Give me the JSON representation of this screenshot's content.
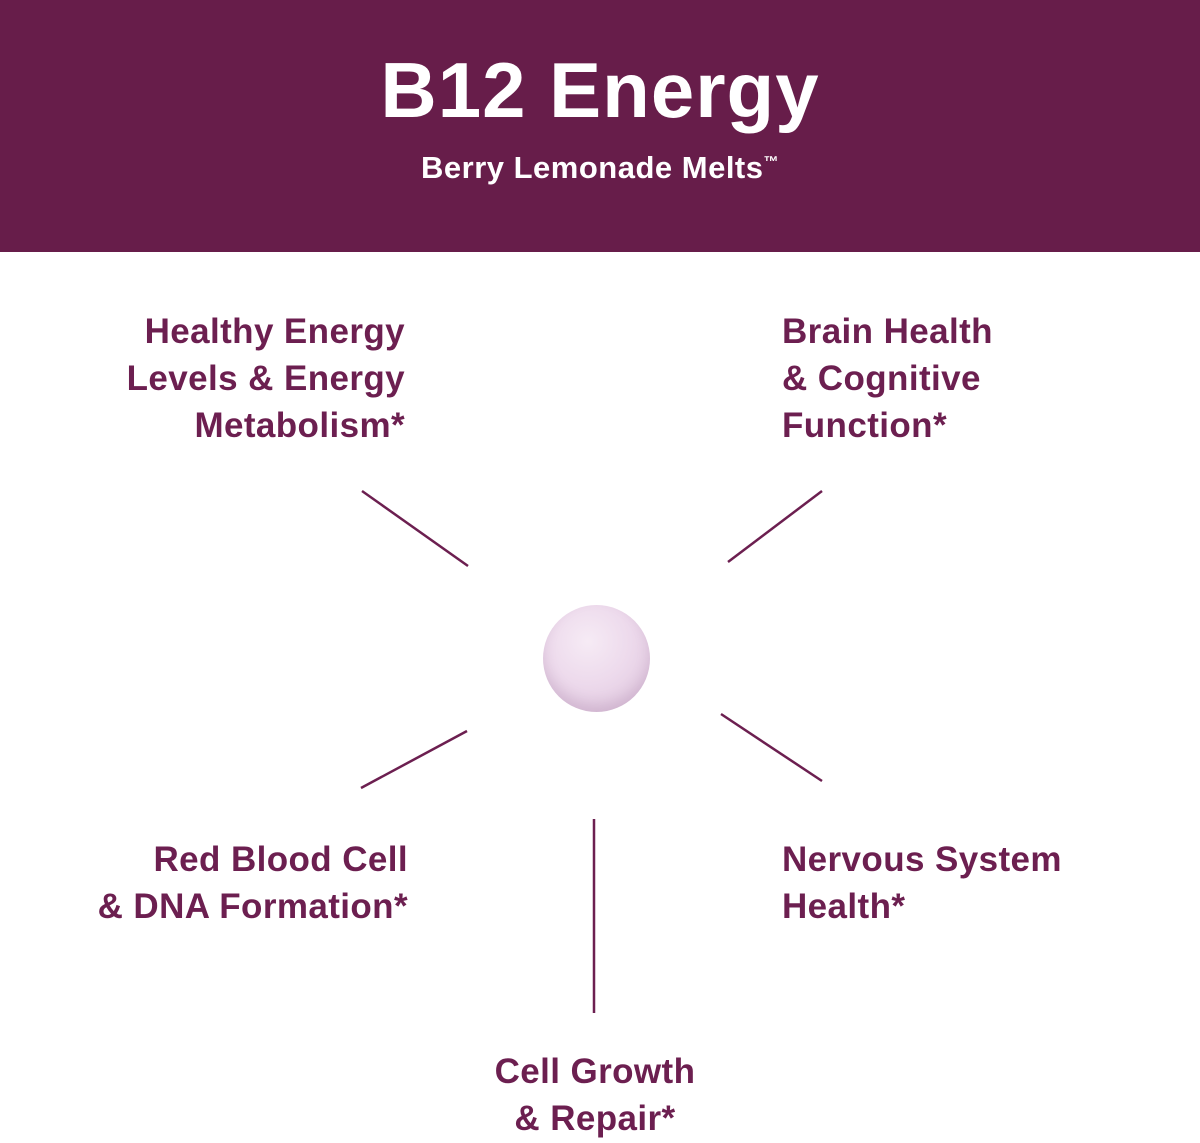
{
  "header": {
    "title": "B12 Energy",
    "subtitle": "Berry Lemonade Melts",
    "trademark": "™"
  },
  "colors": {
    "header_bg": "#671d4a",
    "header_text": "#ffffff",
    "accent": "#6c1f50",
    "tablet": "#eddaec",
    "background": "#ffffff"
  },
  "diagram": {
    "benefits": [
      {
        "id": "energy-metabolism",
        "position": "top-left",
        "lines": [
          "Healthy Energy",
          "Levels & Energy",
          "Metabolism*"
        ]
      },
      {
        "id": "brain-health",
        "position": "top-right",
        "lines": [
          "Brain Health",
          "& Cognitive",
          "Function*"
        ]
      },
      {
        "id": "red-blood-cell",
        "position": "bottom-left",
        "lines": [
          "Red Blood Cell",
          "& DNA Formation*"
        ]
      },
      {
        "id": "nervous-system",
        "position": "bottom-right",
        "lines": [
          "Nervous System",
          "Health*"
        ]
      },
      {
        "id": "cell-growth",
        "position": "bottom-center",
        "lines": [
          "Cell Growth",
          "& Repair*"
        ]
      }
    ]
  }
}
